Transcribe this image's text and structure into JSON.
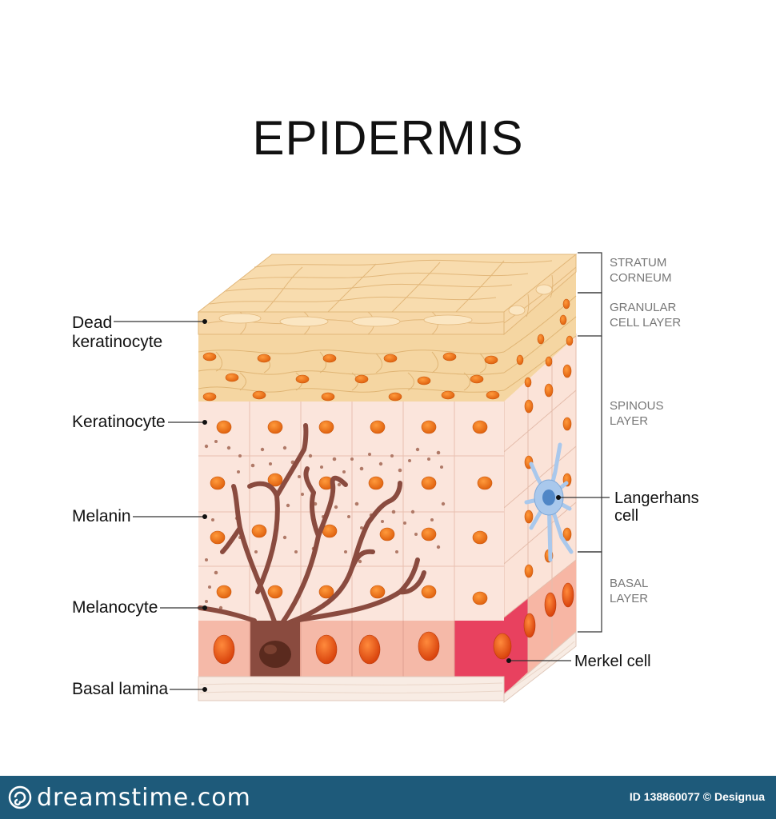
{
  "title": "EPIDERMIS",
  "labels_left": {
    "dead_keratinocyte_1": "Dead",
    "dead_keratinocyte_2": "keratinocyte",
    "keratinocyte": "Keratinocyte",
    "melanin": "Melanin",
    "melanocyte": "Melanocyte",
    "basal_lamina": "Basal lamina"
  },
  "labels_right": {
    "langerhans_1": "Langerhans",
    "langerhans_2": "cell",
    "merkel": "Merkel cell"
  },
  "layers": {
    "stratum_corneum_1": "STRATUM",
    "stratum_corneum_2": "CORNEUM",
    "granular_1": "GRANULAR",
    "granular_2": "CELL LAYER",
    "spinous_1": "SPINOUS",
    "spinous_2": "LAYER",
    "basal_1": "BASAL",
    "basal_2": "LAYER"
  },
  "footer": {
    "logo": "dreamstime.com",
    "id_text": "ID 138860077 © Designua"
  },
  "colors": {
    "cell_fill": "#fbe5dc",
    "cell_line": "#e8c0b0",
    "nucleus": "#f07d1e",
    "nucleus_outline": "#c9570d",
    "corneum": "#f8dcae",
    "granular": "#f5d6a2",
    "basal_cell": "#f5b5a5",
    "melanocyte": "#8a4b3f",
    "merkel": "#e8415f",
    "langerhans": "#a9c8ec",
    "footer_bg": "#1e5a7a"
  },
  "icons": [
    "spiral-logo-icon"
  ]
}
